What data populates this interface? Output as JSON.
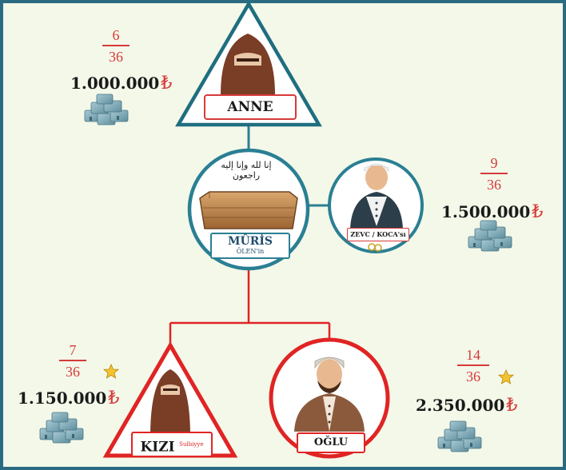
{
  "persons": {
    "anne": {
      "label": "ANNE",
      "frac_num": "6",
      "frac_den": "36",
      "amount": "1.000.000",
      "currency": "₺"
    },
    "zevc": {
      "label": "ZEVC / KOCA'sı",
      "frac_num": "9",
      "frac_den": "36",
      "amount": "1.500.000",
      "currency": "₺"
    },
    "muris": {
      "label": "MÛRİS",
      "sublabel": "ÖLEN'in",
      "calligraphy": "إنا لله وإنا إليه راجعون"
    },
    "kizi": {
      "label": "KIZI",
      "sublabel": "Sulbiyye",
      "frac_num": "7",
      "frac_den": "36",
      "amount": "1.150.000",
      "currency": "₺"
    },
    "oglu": {
      "label": "OĞLU",
      "frac_num": "14",
      "frac_den": "36",
      "amount": "2.350.000",
      "currency": "₺"
    }
  },
  "colors": {
    "frame": "#2b6b82",
    "background": "#f3f8e9",
    "teal": "#2a7f93",
    "red": "#e02424",
    "fraction": "#d73a3a",
    "hijab": "#7a3d26",
    "coffin": "#b57a45"
  },
  "icons": [
    "money-stack-icon",
    "star-icon",
    "rings-icon",
    "coffin-icon",
    "lira-icon"
  ]
}
